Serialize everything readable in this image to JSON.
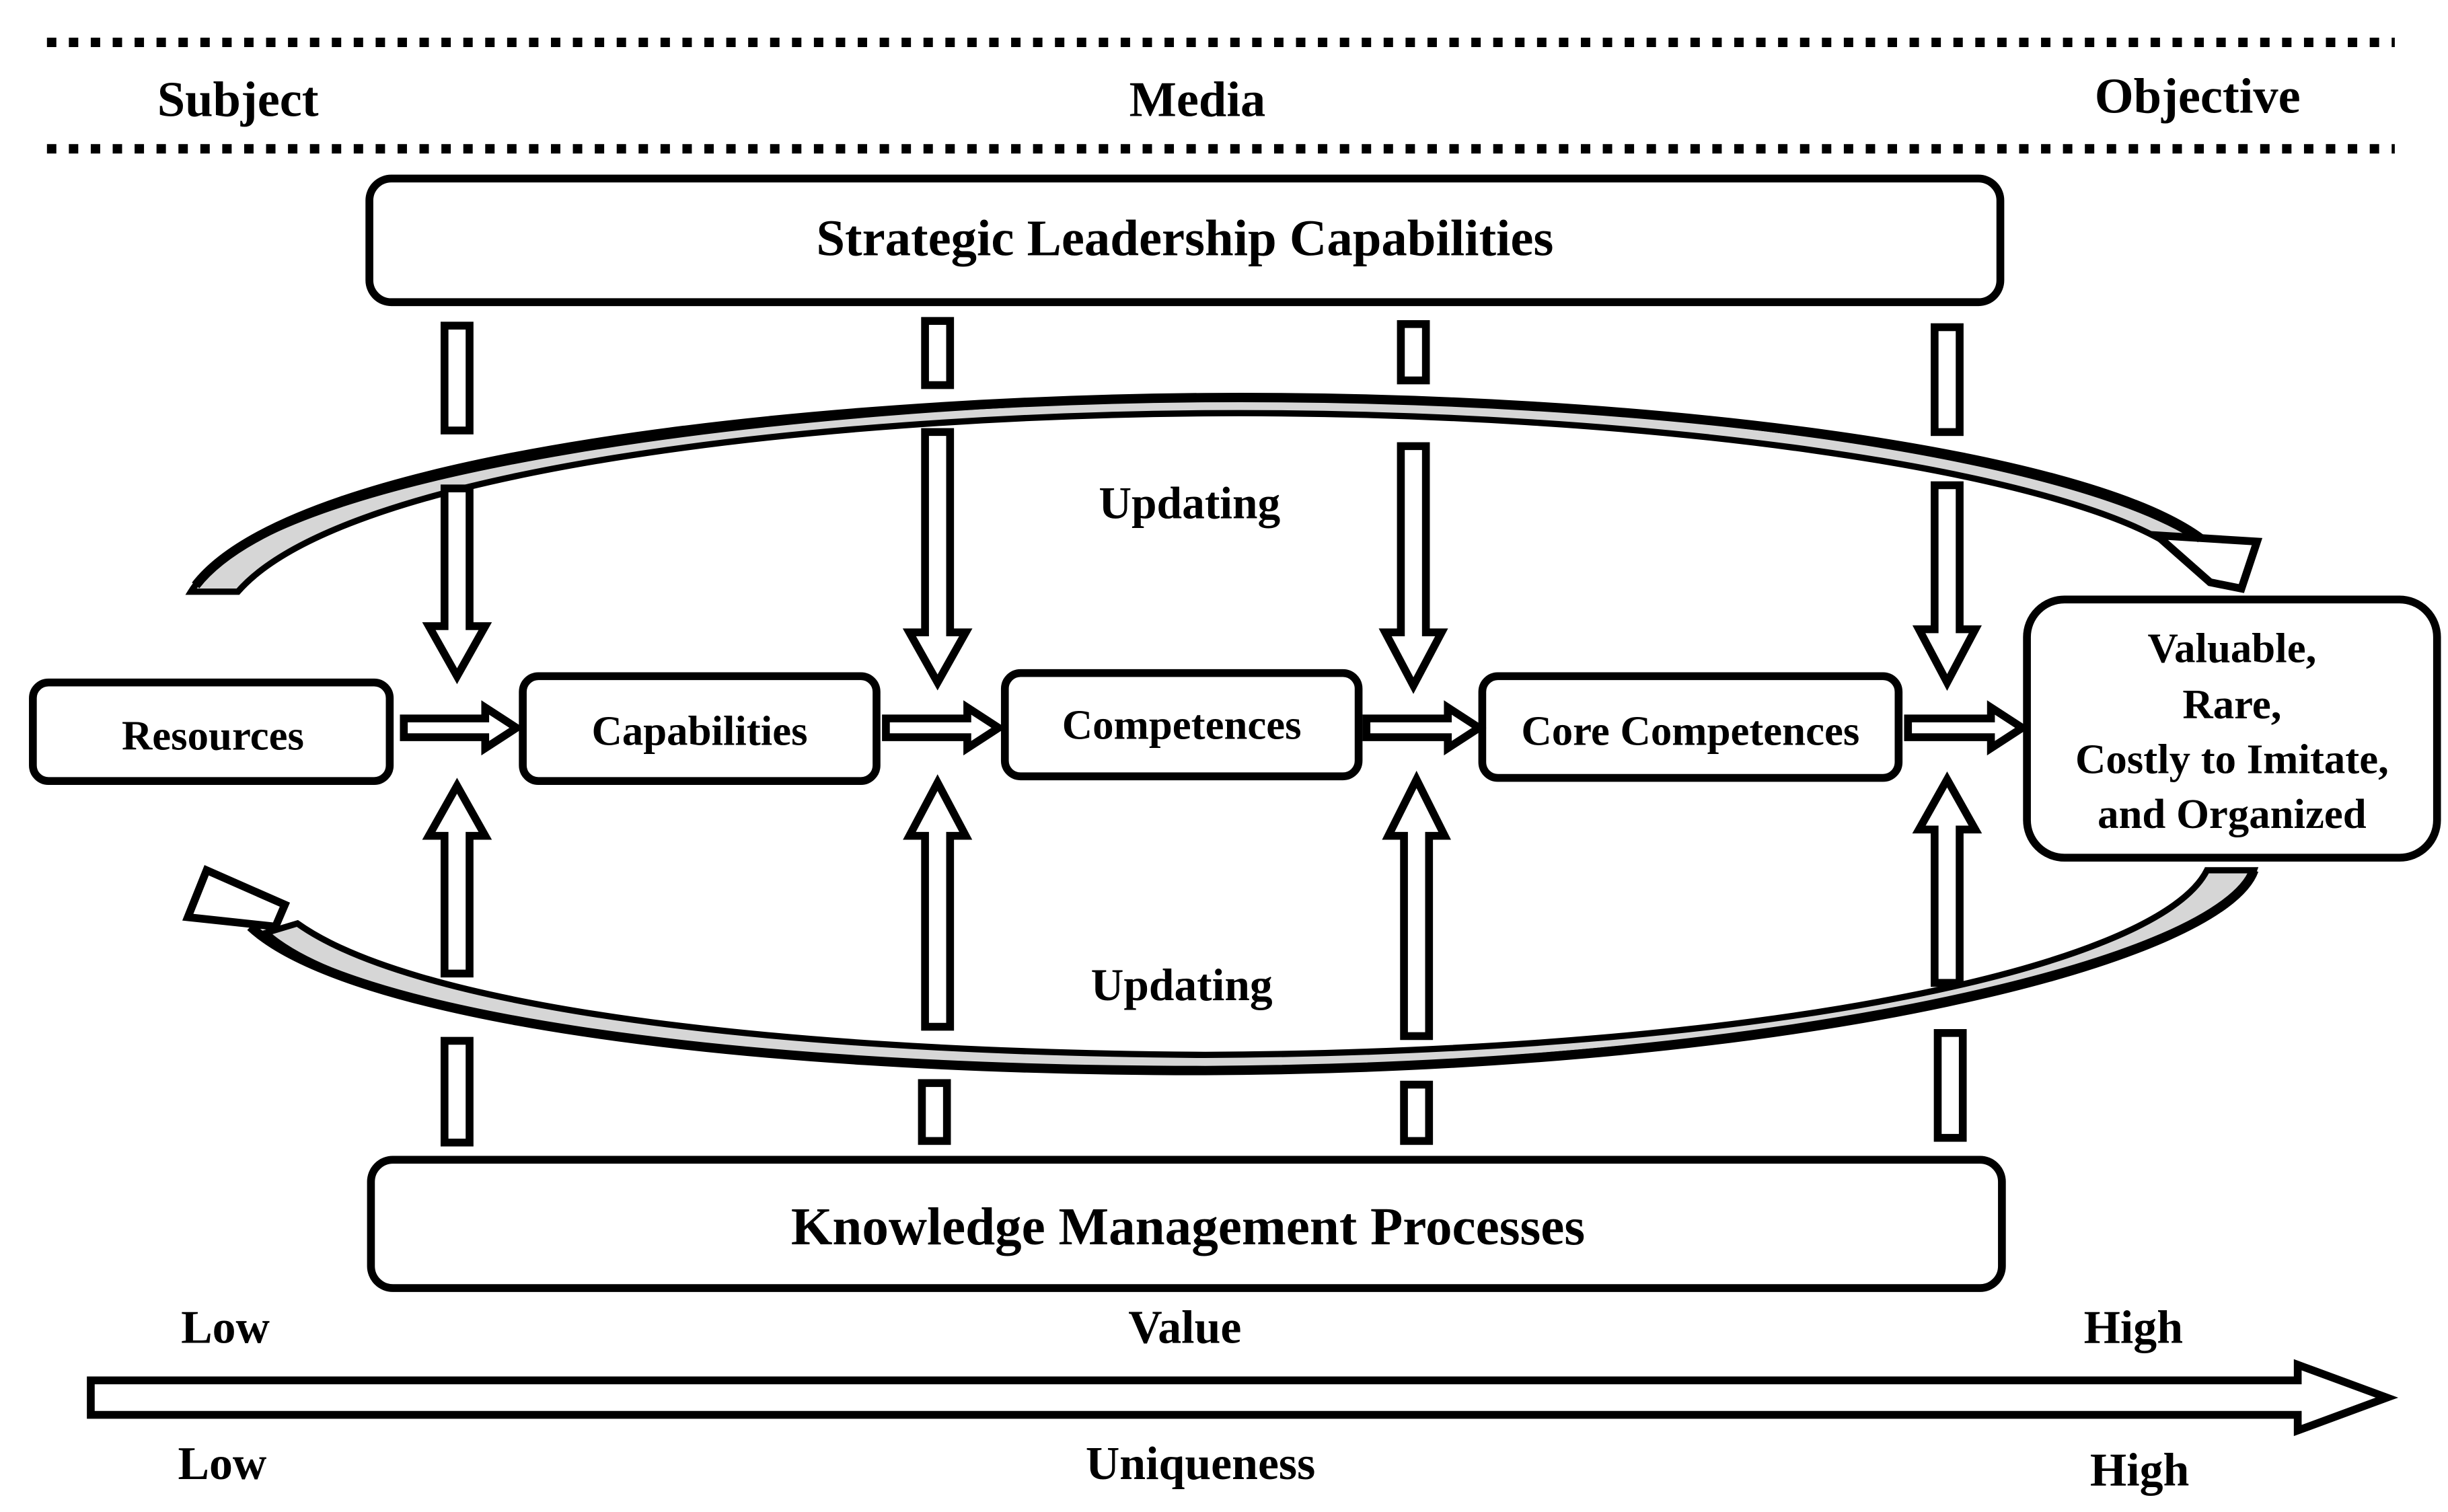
{
  "header": {
    "subject": "Subject",
    "media": "Media",
    "objective": "Objective"
  },
  "top_bar": "Strategic Leadership Capabilities",
  "bottom_bar": "Knowledge Management Processes",
  "updating_top": "Updating",
  "updating_bottom": "Updating",
  "chain": {
    "resources": "Resources",
    "capabilities": "Capabilities",
    "competences": "Competences",
    "core_competences": "Core Competences",
    "objective_lines": [
      "Valuable,",
      "Rare,",
      "Costly to Imitate,",
      "and Organized"
    ]
  },
  "scale": {
    "value_low": "Low",
    "value_label": "Value",
    "value_high": "High",
    "uniq_low": "Low",
    "uniq_label": "Uniqueness",
    "uniq_high": "High"
  }
}
